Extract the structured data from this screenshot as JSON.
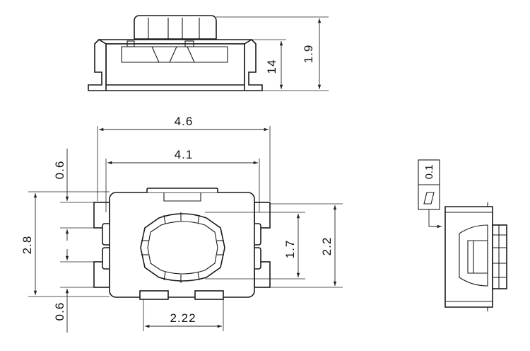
{
  "dimensions": {
    "height_total": "1.9",
    "height_body": "14",
    "width_outer": "4.6",
    "width_inner": "4.1",
    "lead_pitch_top": "0.6",
    "lead_pitch_bottom": "0.6",
    "body_height": "2.8",
    "actuator_height": "1.7",
    "lead_span": "2.2",
    "lead_spacing": "2.22"
  },
  "tolerance": {
    "symbol": "▱",
    "value": "0.1"
  },
  "colors": {
    "line": "#1a1a1a",
    "background": "#ffffff"
  }
}
